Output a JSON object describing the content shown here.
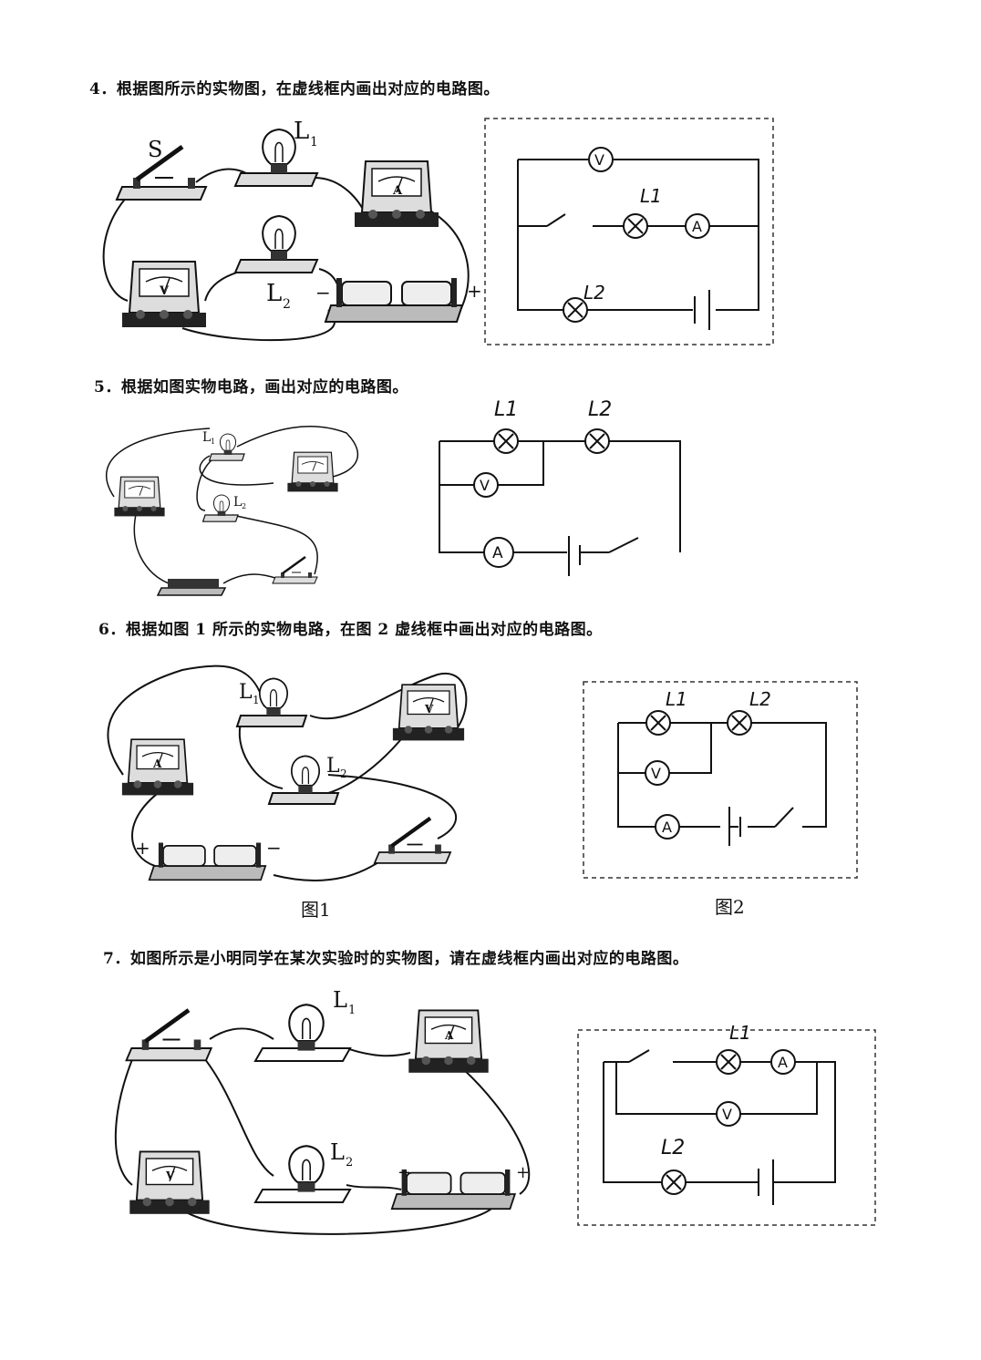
{
  "questions": {
    "q4": {
      "text": "4．根据图所示的实物图，在虚线框内画出对应的电路图。"
    },
    "q5": {
      "text": "5．根据如图实物电路，画出对应的电路图。"
    },
    "q6": {
      "text": "6．根据如图 1 所示的实物电路，在图 2 虚线框中画出对应的电路图。"
    },
    "q7": {
      "text": "7．如图所示是小明同学在某次实验时的实物图，请在虚线框内画出对应的电路图。"
    }
  },
  "labels": {
    "S": "S",
    "L1": "L",
    "L1_sub": "1",
    "L2": "L",
    "L2_sub": "2",
    "A": "A",
    "V": "V",
    "plus": "+",
    "minus": "−",
    "L1_hand": "L1",
    "L2_hand": "L2",
    "fig1": "图1",
    "fig2": "图2",
    "L1_small": "L",
    "L1_small_sub": "1",
    "L2_small": "L",
    "L2_small_sub": "2"
  }
}
